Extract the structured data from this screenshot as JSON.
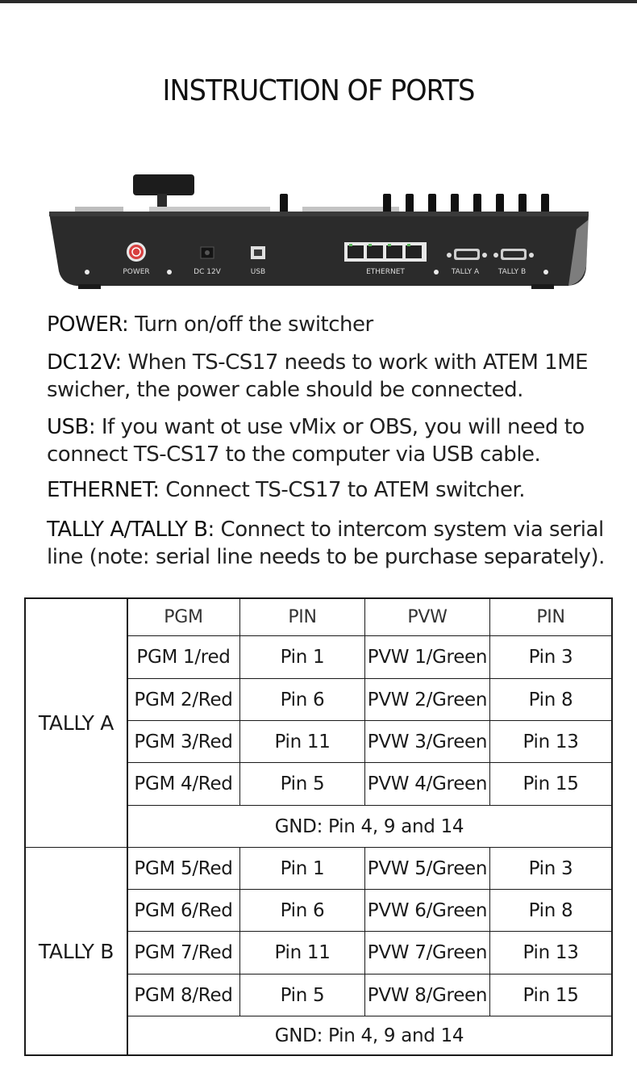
{
  "title": "INSTRUCTION OF PORTS",
  "device": {
    "labels": {
      "power": "POWER",
      "dc": "DC 12V",
      "usb": "USB",
      "ethernet": "ETHERNET",
      "tally_a": "TALLY A",
      "tally_b": "TALLY B"
    }
  },
  "descriptions": [
    {
      "key": "POWER:",
      "text": " Turn on/off the switcher"
    },
    {
      "key": "DC12V:",
      "text": " When TS-CS17 needs to work with ATEM 1ME swicher, the power cable should be connected."
    },
    {
      "key": "USB:",
      "text": " If you want ot use vMix or OBS, you will need to connect TS-CS17 to the computer via USB cable."
    },
    {
      "key": "ETHERNET:",
      "text": " Connect TS-CS17 to ATEM switcher."
    },
    {
      "key": "TALLY A/TALLY B:",
      "text": " Connect to intercom system via serial line (note: serial line needs to be purchase separately)."
    }
  ],
  "table": {
    "headers": [
      "PGM",
      "PIN",
      "PVW",
      "PIN"
    ],
    "groups": [
      {
        "name": "TALLY A",
        "rows": [
          [
            "PGM 1/red",
            "Pin 1",
            "PVW 1/Green",
            "Pin 3"
          ],
          [
            "PGM 2/Red",
            "Pin 6",
            "PVW 2/Green",
            "Pin 8"
          ],
          [
            "PGM 3/Red",
            "Pin 11",
            "PVW 3/Green",
            "Pin 13"
          ],
          [
            "PGM 4/Red",
            "Pin 5",
            "PVW 4/Green",
            "Pin 15"
          ]
        ],
        "gnd": "GND: Pin 4, 9 and 14"
      },
      {
        "name": "TALLY B",
        "rows": [
          [
            "PGM 5/Red",
            "Pin 1",
            "PVW 5/Green",
            "Pin 3"
          ],
          [
            "PGM 6/Red",
            "Pin 6",
            "PVW 6/Green",
            "Pin 8"
          ],
          [
            "PGM 7/Red",
            "Pin 11",
            "PVW 7/Green",
            "Pin 13"
          ],
          [
            "PGM 8/Red",
            "Pin 5",
            "PVW 8/Green",
            "Pin 15"
          ]
        ],
        "gnd": "GND: Pin 4, 9 and 14"
      }
    ]
  }
}
